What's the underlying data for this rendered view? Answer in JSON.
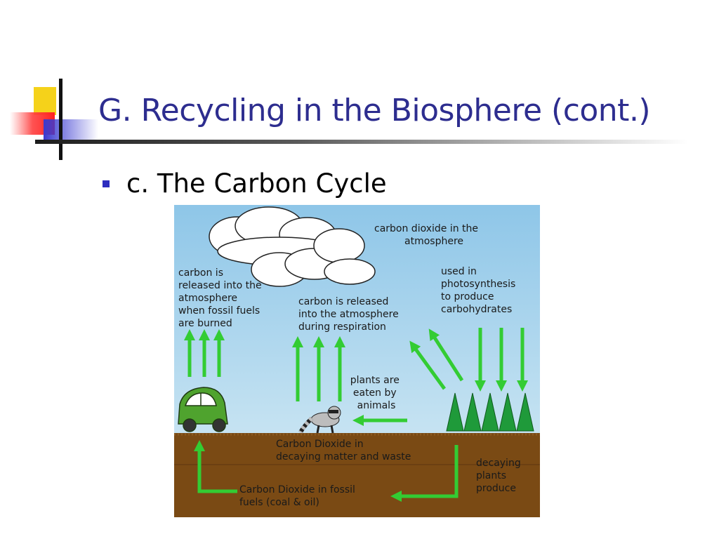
{
  "slide": {
    "title": "G. Recycling in the Biosphere (cont.)",
    "bullet": "c. The Carbon Cycle"
  },
  "diagram": {
    "atmosphere": [
      "carbon dioxide in the",
      "atmosphere"
    ],
    "fossil_release": [
      "carbon is",
      "released into the",
      "atmosphere",
      "when fossil fuels",
      "are burned"
    ],
    "respiration": [
      "carbon is released",
      "into the atmosphere",
      "during respiration"
    ],
    "photosynthesis": [
      "used in",
      "photosynthesis",
      "to produce",
      "carbohydrates"
    ],
    "plants_eaten": [
      "plants are",
      "eaten by",
      "animals"
    ],
    "decaying_matter": [
      "Carbon Dioxide in",
      "decaying matter and waste"
    ],
    "decaying_plants": [
      "decaying",
      "plants",
      "produce"
    ],
    "fossil_fuels": [
      "Carbon Dioxide in fossil",
      "fuels (coal & oil)"
    ]
  }
}
